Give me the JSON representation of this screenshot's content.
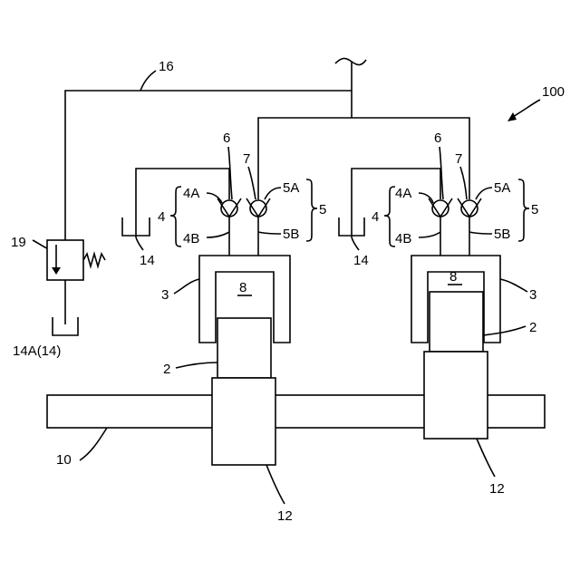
{
  "diagram": {
    "labels": {
      "system_ref": "100",
      "line_ref": "16",
      "relief_valve_ref": "19",
      "tank_main_ref": "14A(14)",
      "beam_ref": "10",
      "left": {
        "check_a_ref": "6",
        "check_b_ref": "7",
        "port_4a": "4A",
        "port_4b": "4B",
        "group_4": "4",
        "port_5a": "5A",
        "port_5b": "5B",
        "group_5": "5",
        "tank_ref": "14",
        "housing_ref": "3",
        "chamber_ref": "8",
        "piston_ref": "2",
        "block_ref": "12"
      },
      "right": {
        "check_a_ref": "6",
        "check_b_ref": "7",
        "port_4a": "4A",
        "port_4b": "4B",
        "group_4": "4",
        "port_5a": "5A",
        "port_5b": "5B",
        "group_5": "5",
        "tank_ref": "14",
        "housing_ref": "3",
        "chamber_ref": "8",
        "piston_ref": "2",
        "block_ref": "12"
      }
    }
  }
}
